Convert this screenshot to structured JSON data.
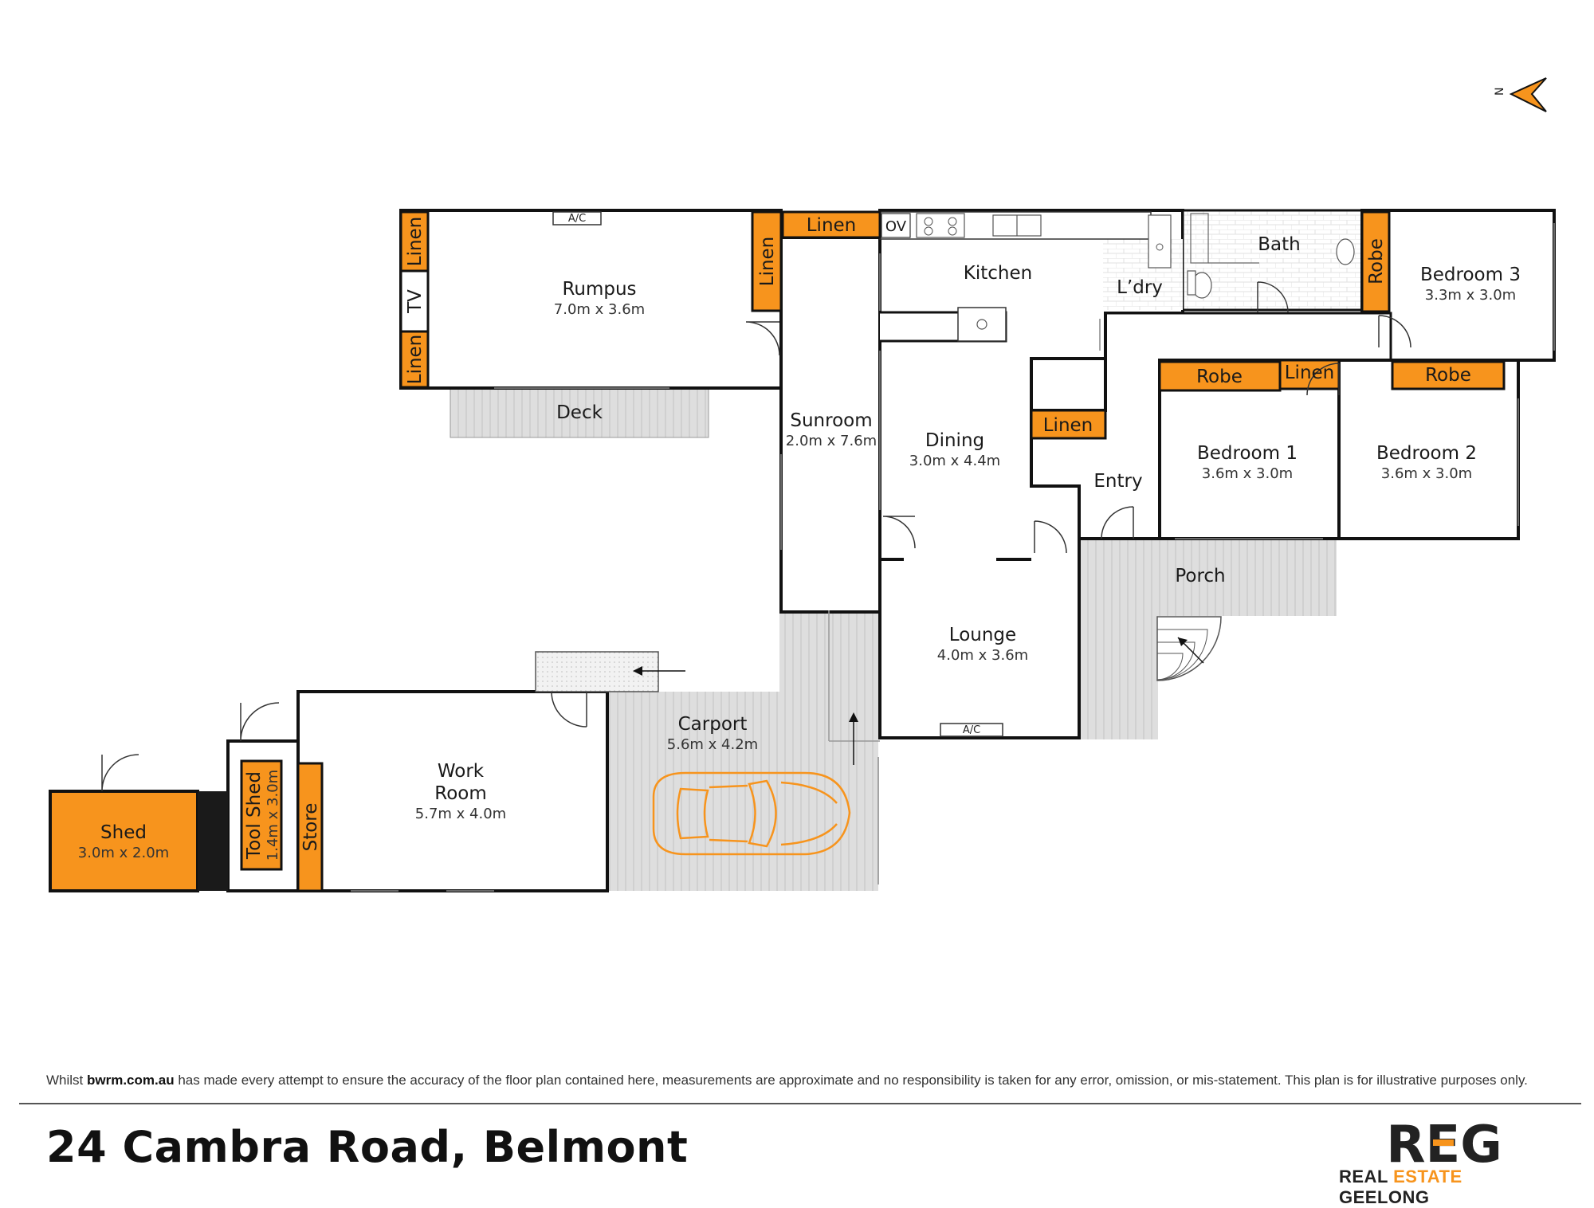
{
  "address": "24 Cambra Road, Belmont",
  "disclaimer": {
    "prefix": "Whilst ",
    "site": "bwrm.com.au",
    "suffix": " has made every attempt to ensure the accuracy of the floor plan contained here, measurements are approximate and no responsibility is taken for any error, omission, or mis-statement. This plan is for illustrative purposes only."
  },
  "compass_label": "N",
  "brand": {
    "logo_mark": "REG",
    "name_part1": "REAL ",
    "name_accent": "ESTATE",
    "name_part2": " GEELONG",
    "accent_color": "#f7941d"
  },
  "colors": {
    "accent": "#f7941d",
    "outdoor": "#dcdcdc",
    "wall": "#111111"
  },
  "rooms": {
    "rumpus": {
      "name": "Rumpus",
      "dim": "7.0m x 3.6m"
    },
    "sunroom": {
      "name": "Sunroom",
      "dim": "2.0m x 7.6m"
    },
    "kitchen": {
      "name": "Kitchen"
    },
    "laundry": {
      "name": "L’dry"
    },
    "bath": {
      "name": "Bath"
    },
    "bedroom3": {
      "name": "Bedroom 3",
      "dim": "3.3m x 3.0m"
    },
    "dining": {
      "name": "Dining",
      "dim": "3.0m x 4.4m"
    },
    "entry": {
      "name": "Entry"
    },
    "bedroom1": {
      "name": "Bedroom 1",
      "dim": "3.6m x 3.0m"
    },
    "bedroom2": {
      "name": "Bedroom 2",
      "dim": "3.6m x 3.0m"
    },
    "porch": {
      "name": "Porch"
    },
    "lounge": {
      "name": "Lounge",
      "dim": "4.0m x 3.6m"
    },
    "deck": {
      "name": "Deck"
    },
    "carport": {
      "name": "Carport",
      "dim": "5.6m x 4.2m"
    },
    "workroom": {
      "name_line1": "Work",
      "name_line2": "Room",
      "dim": "5.7m x 4.0m"
    },
    "shed": {
      "name": "Shed",
      "dim": "3.0m x 2.0m"
    },
    "toolshed": {
      "name": "Tool Shed",
      "dim": "1.4m x 3.0m"
    }
  },
  "storage": {
    "linen": "Linen",
    "robe": "Robe",
    "store": "Store",
    "tv": "TV",
    "ac": "A/C",
    "oven": "OV"
  }
}
